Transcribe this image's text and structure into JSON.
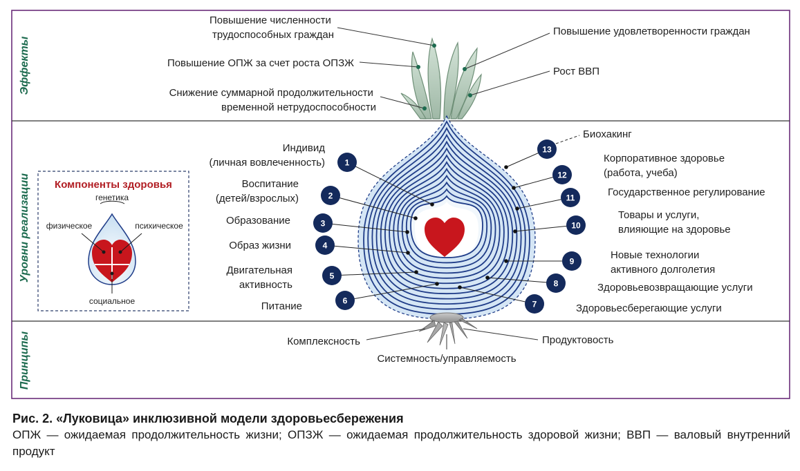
{
  "sections": {
    "effects": "Эффекты",
    "levels": "Уровни реализации",
    "principles": "Принципы"
  },
  "effects": {
    "left": [
      [
        "Повышение численности",
        "трудоспособных граждан"
      ],
      [
        "Повышение ОПЖ за счет роста ОПЗЖ"
      ],
      [
        "Снижение суммарной продолжительности",
        "временной нетрудоспособности"
      ]
    ],
    "right": [
      [
        "Повышение удовлетворенности граждан"
      ],
      [
        "Рост ВВП"
      ]
    ]
  },
  "levels": [
    {
      "n": "1",
      "lines": [
        "Индивид",
        "(личная вовлеченность)"
      ]
    },
    {
      "n": "2",
      "lines": [
        "Воспитание",
        "(детей/взрослых)"
      ]
    },
    {
      "n": "3",
      "lines": [
        "Образование"
      ]
    },
    {
      "n": "4",
      "lines": [
        "Образ жизни"
      ]
    },
    {
      "n": "5",
      "lines": [
        "Двигательная",
        "активность"
      ]
    },
    {
      "n": "6",
      "lines": [
        "Питание"
      ]
    },
    {
      "n": "7",
      "lines": [
        "Здоровьесберегающие услуги"
      ]
    },
    {
      "n": "8",
      "lines": [
        "Здоровьевозвращающие услуги"
      ]
    },
    {
      "n": "9",
      "lines": [
        "Новые технологии",
        "активного долголетия"
      ]
    },
    {
      "n": "10",
      "lines": [
        "Товары и услуги,",
        "влияющие на здоровье"
      ]
    },
    {
      "n": "11",
      "lines": [
        "Государственное регулирование"
      ]
    },
    {
      "n": "12",
      "lines": [
        "Корпоративное здоровье",
        "(работа, учеба)"
      ]
    },
    {
      "n": "13",
      "lines": [
        "Биохакинг"
      ]
    }
  ],
  "principles": [
    "Комплексность",
    "Системность/управляемость",
    "Продуктовость"
  ],
  "components": {
    "title": "Компоненты здоровья",
    "labels": [
      "генетика",
      "физическое",
      "психическое",
      "социальное"
    ]
  },
  "caption": {
    "title": "Рис. 2. «Луковица» инклюзивной модели здоровьесбережения",
    "text": "ОПЖ — ожидаемая продолжительность жизни; ОПЗЖ — ожидаемая продолжительность здоровой жизни; ВВП — валовый внутренний продукт"
  },
  "colors": {
    "frame": "#6b2d7a",
    "rings": "#1f3c88",
    "badge": "#142a5c",
    "heart": "#c8161d",
    "section_text": "#1d6b4f",
    "leaves": "#b9d1c0"
  }
}
